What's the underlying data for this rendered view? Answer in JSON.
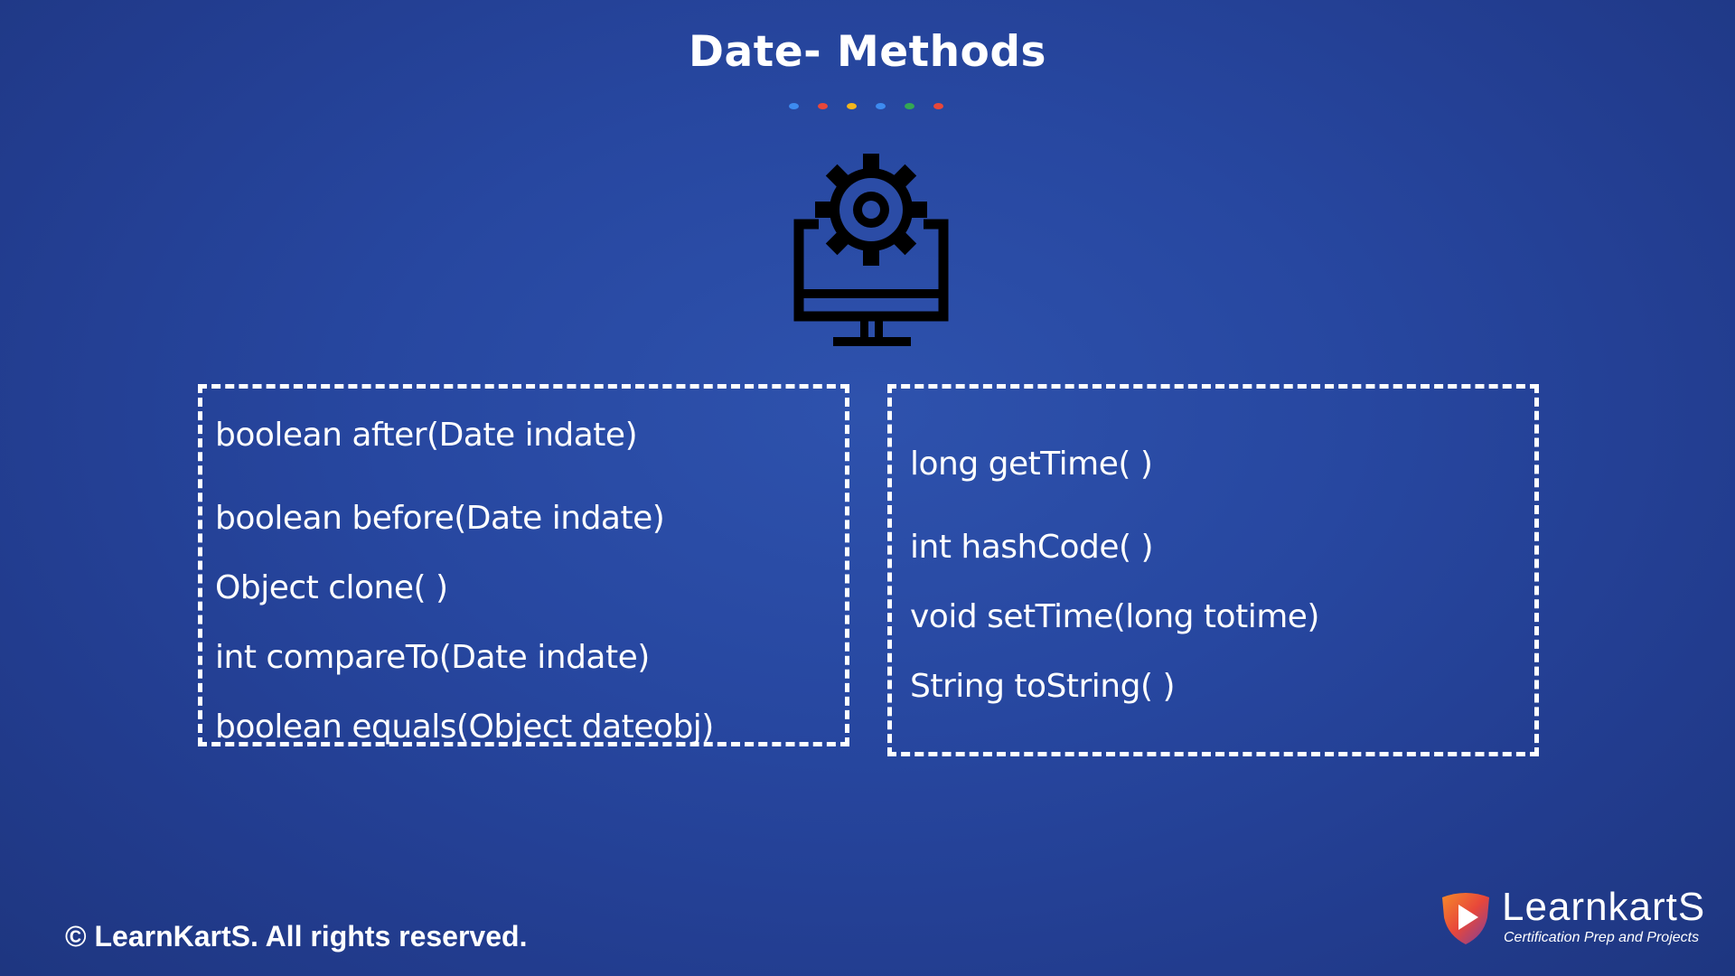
{
  "title": "Date- Methods",
  "dot_colors": [
    "#3d8bf0",
    "#e8473a",
    "#f2b51c",
    "#3d8bf0",
    "#34a853",
    "#e8473a"
  ],
  "monitor_icon": "monitor-gear-icon",
  "left_methods": [
    "boolean after(Date indate)",
    "boolean before(Date indate)",
    "Object clone( )",
    "int compareTo(Date indate)",
    "boolean equals(Object dateobj)"
  ],
  "right_methods": [
    "long getTime( )",
    "int hashCode( )",
    "void setTime(long totime)",
    "String toString( )"
  ],
  "copyright": "© LearnKartS. All rights reserved.",
  "logo": {
    "name": "LearnkartS",
    "tagline": "Certification Prep and Projects"
  }
}
